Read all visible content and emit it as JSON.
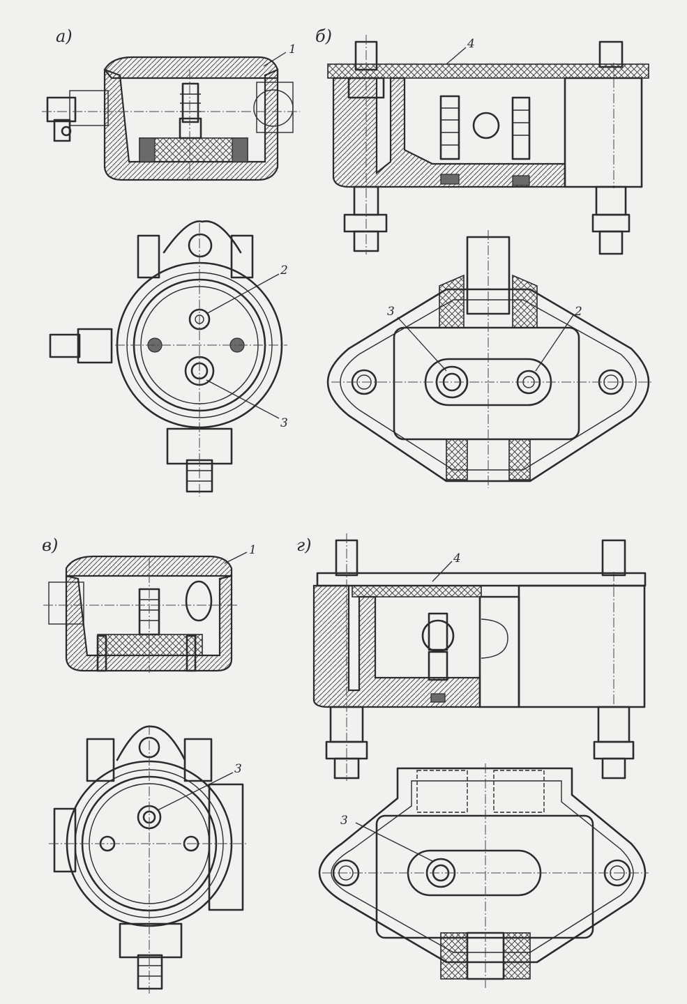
{
  "panels": {
    "a": {
      "label": "а)",
      "callouts": [
        "1",
        "2",
        "3"
      ]
    },
    "b": {
      "label": "б)",
      "callouts": [
        "4",
        "3",
        "2"
      ]
    },
    "v": {
      "label": "в)",
      "callouts": [
        "1",
        "3"
      ]
    },
    "g": {
      "label": "г)",
      "callouts": [
        "4",
        "3"
      ]
    }
  },
  "colors": {
    "ink": "#2b2b2b",
    "paper": "#f1f1ef"
  }
}
